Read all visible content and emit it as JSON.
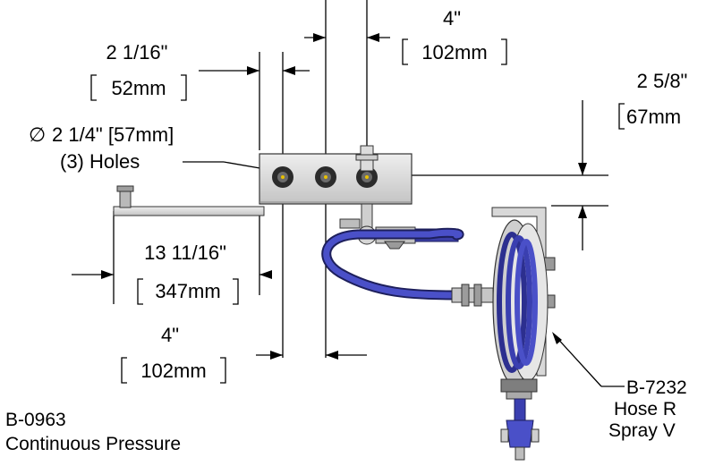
{
  "dimensions": {
    "top_right_width": {
      "inch": "4\"",
      "mm": "102mm"
    },
    "top_left_width": {
      "inch": "2 1/16\"",
      "mm": "52mm"
    },
    "right_height": {
      "inch": "2 5/8\"",
      "mm": "67mm"
    },
    "holes": {
      "diameter": "2 1/4\" [57mm]",
      "count": "(3) Holes",
      "symbol": "∅"
    },
    "overall_width": {
      "inch": "13 11/16\"",
      "mm": "347mm"
    },
    "bottom_width": {
      "inch": "4\"",
      "mm": "102mm"
    }
  },
  "callout_reel": {
    "part": "B-7232",
    "line2": "Hose R",
    "line3": "Spray V"
  },
  "model": {
    "number": "B-0963",
    "description": "Continuous Pressure"
  },
  "colors": {
    "hose": "#3a3fb0",
    "metal": "#d4d4d4",
    "line": "#000000"
  }
}
